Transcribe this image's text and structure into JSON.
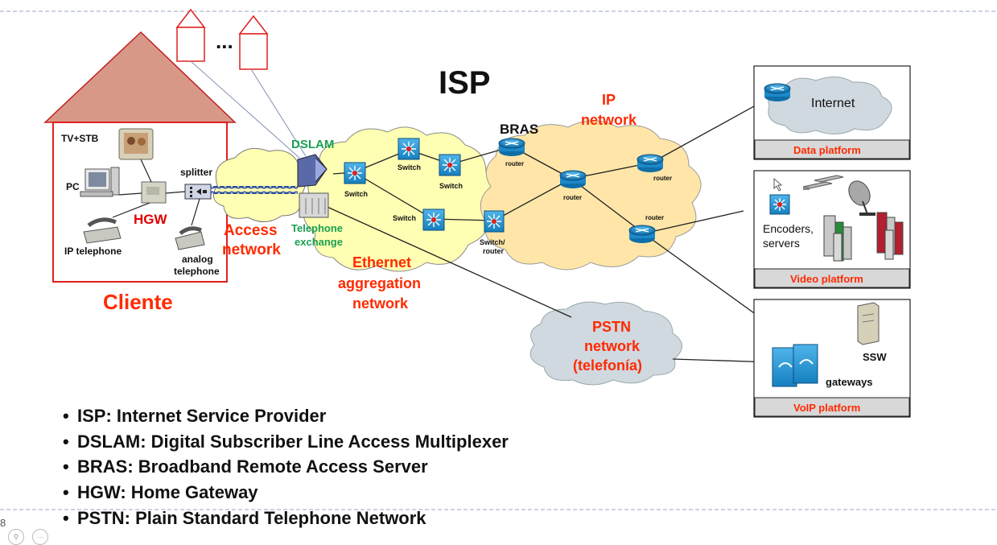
{
  "title": "ISP",
  "client": {
    "label": "Cliente",
    "tv": "TV+STB",
    "pc": "PC",
    "hgw": "HGW",
    "splitter": "splitter",
    "ip_telephone": "IP telephone",
    "analog_telephone_1": "analog",
    "analog_telephone_2": "telephone",
    "ellipsis": "..."
  },
  "access": {
    "dslam": "DSLAM",
    "access_network_1": "Access",
    "access_network_2": "network",
    "telephone_exchange_1": "Telephone",
    "telephone_exchange_2": "exchange"
  },
  "ethernet": {
    "label_1": "Ethernet",
    "label_2": "aggregation",
    "label_3": "network",
    "switch_dslam": "Switch",
    "switch_top": "Switch",
    "switch_right": "Switch",
    "switch_mid": "Switch",
    "switch_router_1": "Switch/",
    "switch_router_2": "router"
  },
  "ip": {
    "label_1": "IP",
    "label_2": "network",
    "bras": "BRAS",
    "router_bras": "router",
    "router_center": "router",
    "router_top_right": "router",
    "router_bottom": "router"
  },
  "pstn": {
    "label_1": "PSTN",
    "label_2": "network",
    "label_3": "(telefonía)"
  },
  "platforms": {
    "internet": "Internet",
    "data": "Data platform",
    "encoders_1": "Encoders,",
    "encoders_2": "servers",
    "video": "Video platform",
    "ssw": "SSW",
    "gateways": "gateways",
    "voip": "VoIP platform"
  },
  "bullets": [
    "ISP: Internet Service Provider",
    "DSLAM: Digital Subscriber Line Access Multiplexer",
    "BRAS: Broadband Remote Access Server",
    "HGW: Home Gateway",
    "PSTN: Plain Standard Telephone Network"
  ],
  "page_number": "8",
  "colors": {
    "red": "#ff2a00",
    "green": "#1aa050",
    "ethernet_cloud": "#ffffb3",
    "ip_cloud": "#ffe6a8",
    "grey_cloud": "#d0d8e0",
    "router_blue": "#1c88c8",
    "platform_bar": "#d8d8d8"
  }
}
